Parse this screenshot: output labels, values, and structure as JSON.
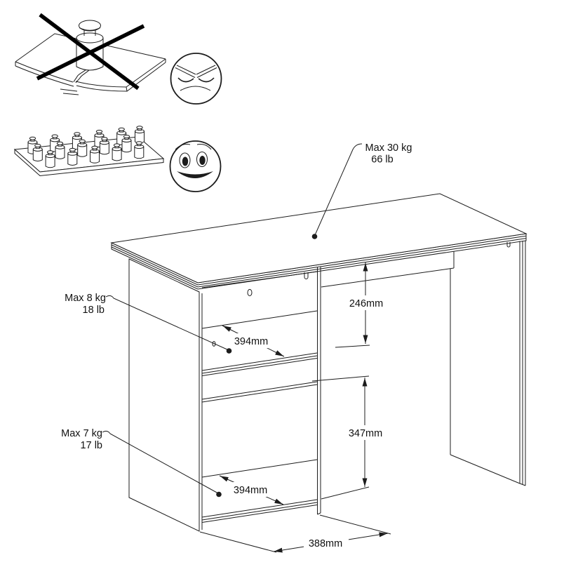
{
  "diagram": {
    "colors": {
      "line": "#1c1c1c",
      "cross": "#000000",
      "background": "#ffffff"
    },
    "annotations": {
      "desktop_load": {
        "kg": "Max 30 kg",
        "lb": "66 lb"
      },
      "shelf_load": {
        "kg": "Max 8 kg",
        "lb": "18 lb"
      },
      "bottom_shelf_load": {
        "kg": "Max 7 kg",
        "lb": "17 lb"
      }
    },
    "dimensions": {
      "desktop_to_shelf": "246mm",
      "drawer_to_bottom_shelf": "347mm",
      "shelf_depth": "394mm",
      "bottom_shelf_depth": "394mm",
      "pedestal_base_width": "388mm"
    },
    "pictograms": {
      "forbidden": "single-heavy-weight-crossed-out",
      "forbidden_face": "angry-face",
      "allowed": "distributed-small-weights",
      "allowed_face": "smiley-face"
    }
  }
}
